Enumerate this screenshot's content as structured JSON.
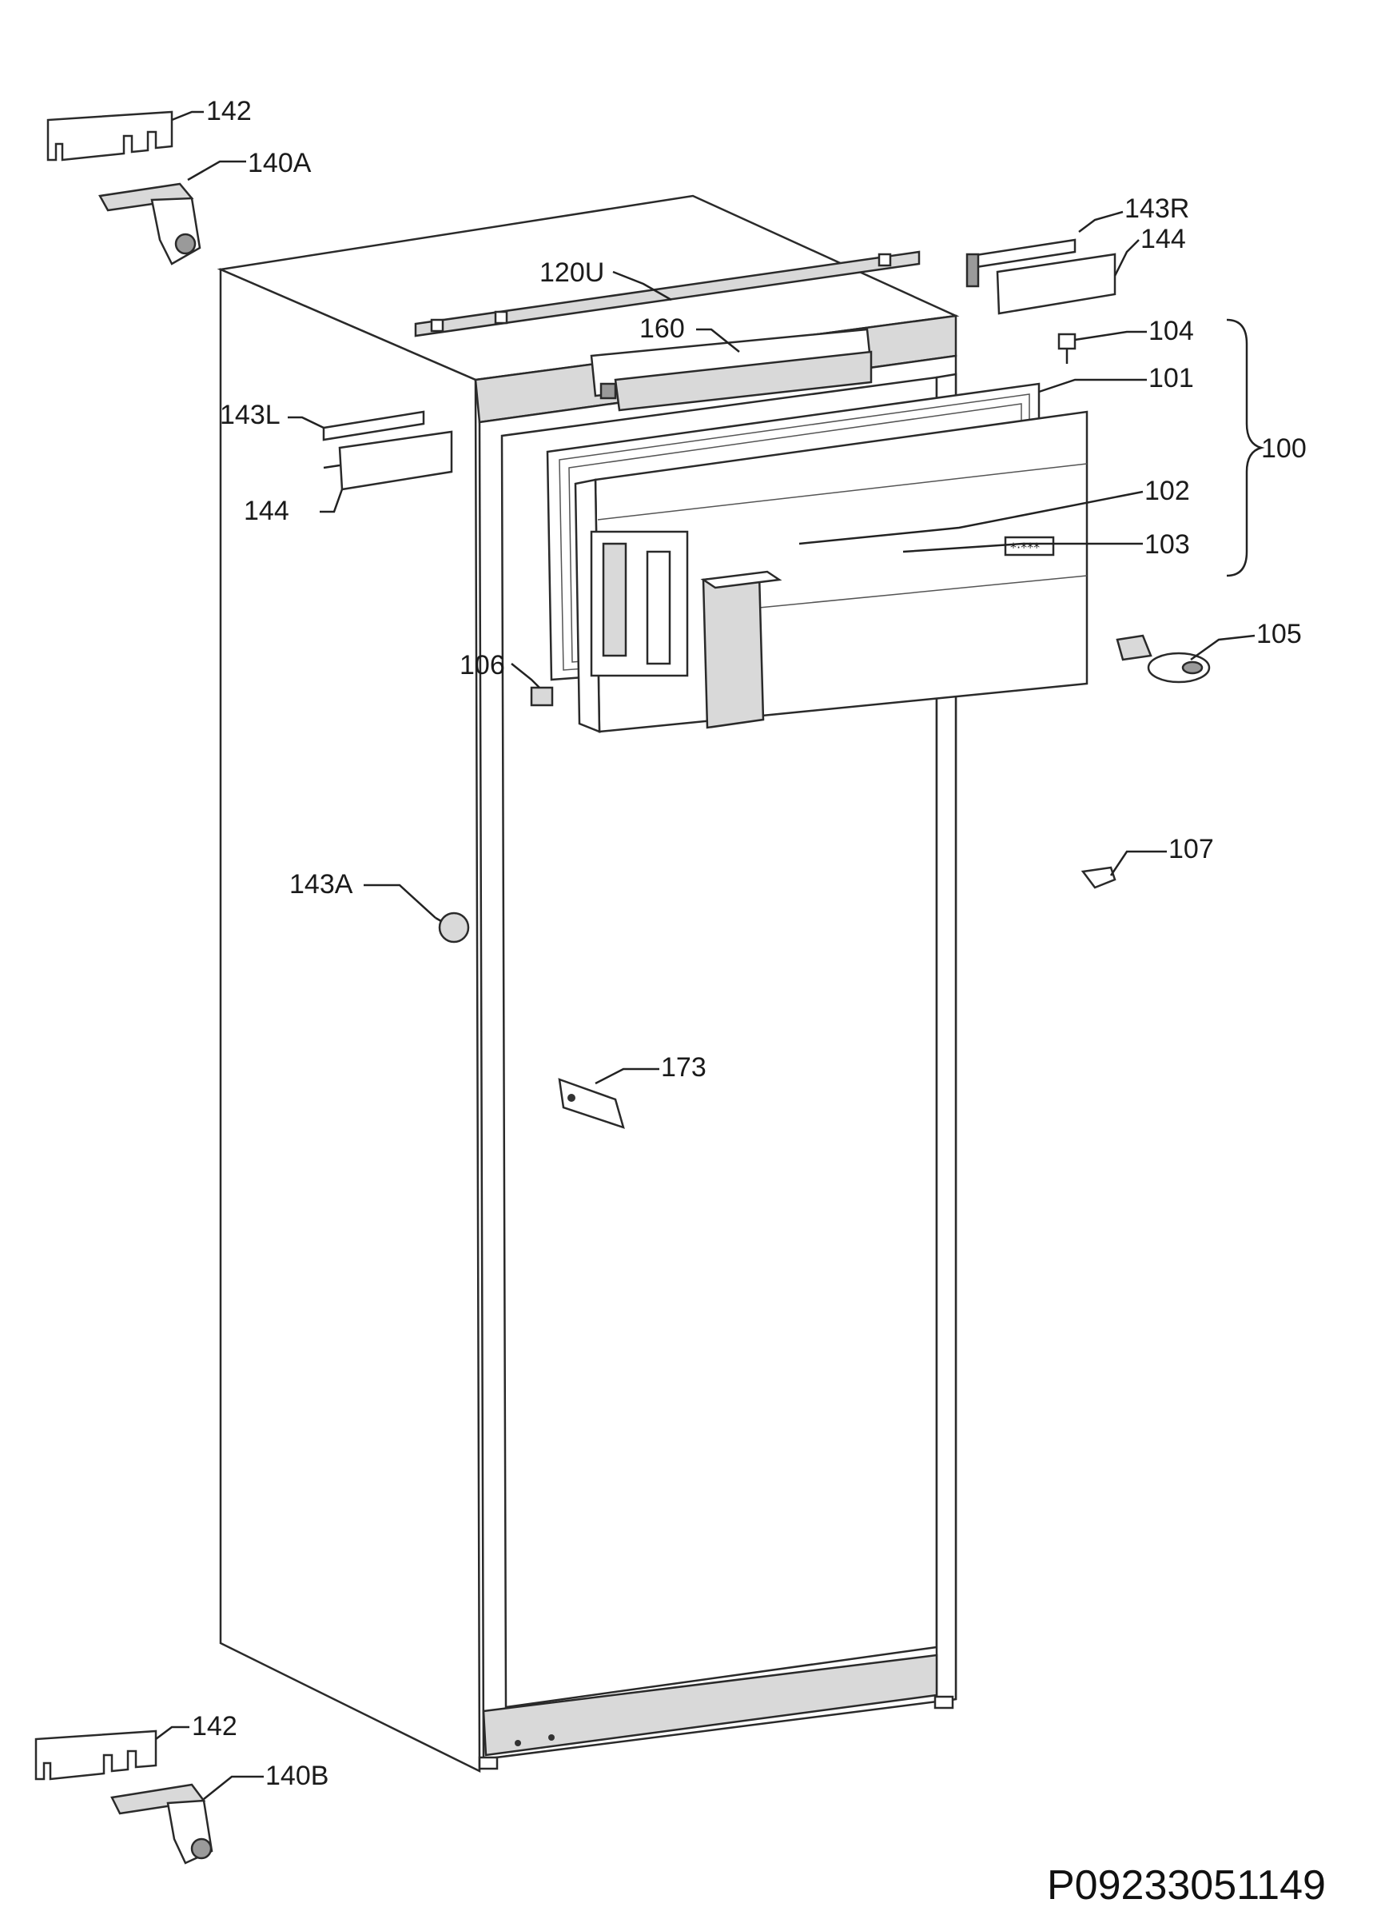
{
  "parts": [
    {
      "id": "p142a",
      "label": "142"
    },
    {
      "id": "p140a",
      "label": "140A"
    },
    {
      "id": "p120u",
      "label": "120U"
    },
    {
      "id": "p160",
      "label": "160"
    },
    {
      "id": "p143r",
      "label": "143R"
    },
    {
      "id": "p144r",
      "label": "144"
    },
    {
      "id": "p104",
      "label": "104"
    },
    {
      "id": "p101",
      "label": "101"
    },
    {
      "id": "p100",
      "label": "100"
    },
    {
      "id": "p143l",
      "label": "143L"
    },
    {
      "id": "p144l",
      "label": "144"
    },
    {
      "id": "p102",
      "label": "102"
    },
    {
      "id": "p103",
      "label": "103"
    },
    {
      "id": "p105",
      "label": "105"
    },
    {
      "id": "p106",
      "label": "106"
    },
    {
      "id": "p107",
      "label": "107"
    },
    {
      "id": "p143a",
      "label": "143A"
    },
    {
      "id": "p173",
      "label": "173"
    },
    {
      "id": "p142b",
      "label": "142"
    },
    {
      "id": "p140b",
      "label": "140B"
    }
  ],
  "document_number": "P09233051149",
  "colors": {
    "line": "#222222",
    "fill_light": "#d9d9d9",
    "fill_dark": "#9a9a9a",
    "background": "#ffffff"
  }
}
